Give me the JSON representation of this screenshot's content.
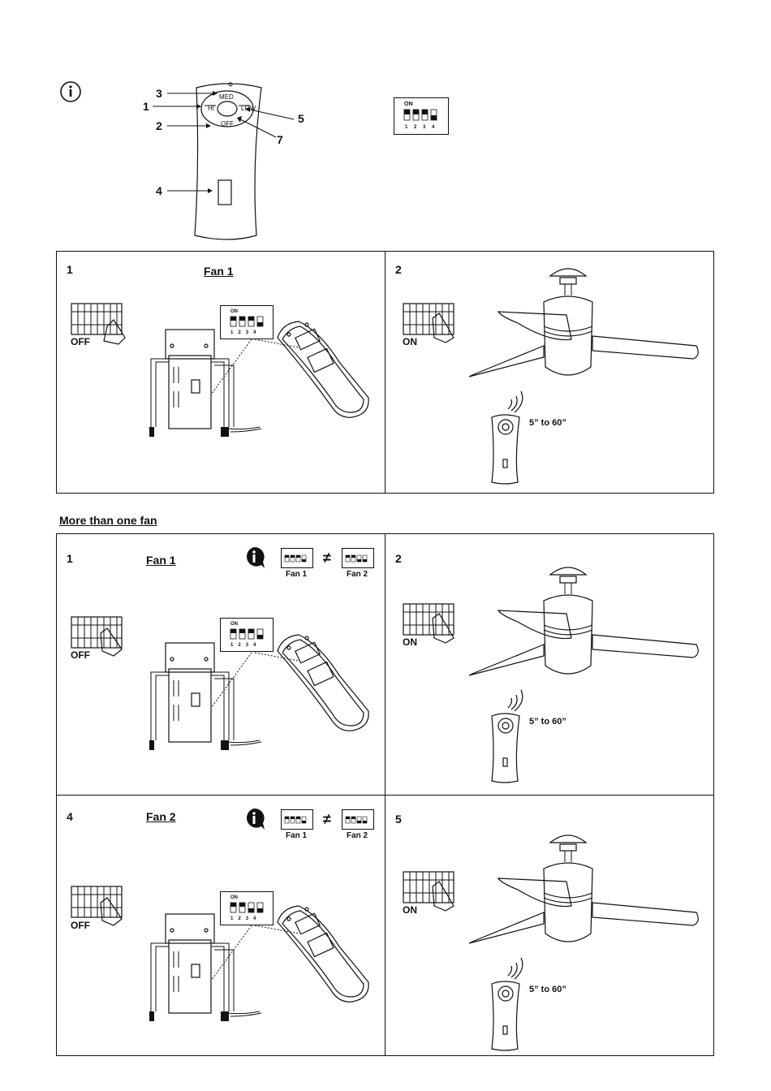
{
  "top": {
    "callouts": [
      "3",
      "1",
      "2",
      "4",
      "5",
      "7"
    ],
    "remote_buttons": {
      "med": "MED",
      "hi": "HI",
      "low": "LOW",
      "off": "OFF"
    },
    "dip": {
      "on": "ON",
      "nums": [
        "1",
        "2",
        "3",
        "4"
      ]
    }
  },
  "panel1": {
    "step": "1",
    "title": "Fan 1",
    "switch_state": "OFF",
    "dip_on": "ON",
    "dip_nums": [
      "1",
      "2",
      "3",
      "4"
    ]
  },
  "panel2": {
    "step": "2",
    "switch_state": "ON",
    "distance": "5” to 60”"
  },
  "section_title": "More than one fan",
  "panel3": {
    "step": "1",
    "title": "Fan 1",
    "switch_state": "OFF",
    "neq": "≠",
    "fan1": "Fan 1",
    "fan2": "Fan 2",
    "dip_on": "ON",
    "dip_nums": [
      "1",
      "2",
      "3",
      "4"
    ]
  },
  "panel4": {
    "step": "2",
    "switch_state": "ON",
    "distance": "5” to 60”"
  },
  "panel5": {
    "step": "4",
    "title": "Fan 2",
    "switch_state": "OFF",
    "neq": "≠",
    "fan1": "Fan 1",
    "fan2": "Fan 2",
    "dip_on": "ON",
    "dip_nums": [
      "1",
      "2",
      "3",
      "4"
    ]
  },
  "panel6": {
    "step": "5",
    "switch_state": "ON",
    "distance": "5” to 60”"
  }
}
